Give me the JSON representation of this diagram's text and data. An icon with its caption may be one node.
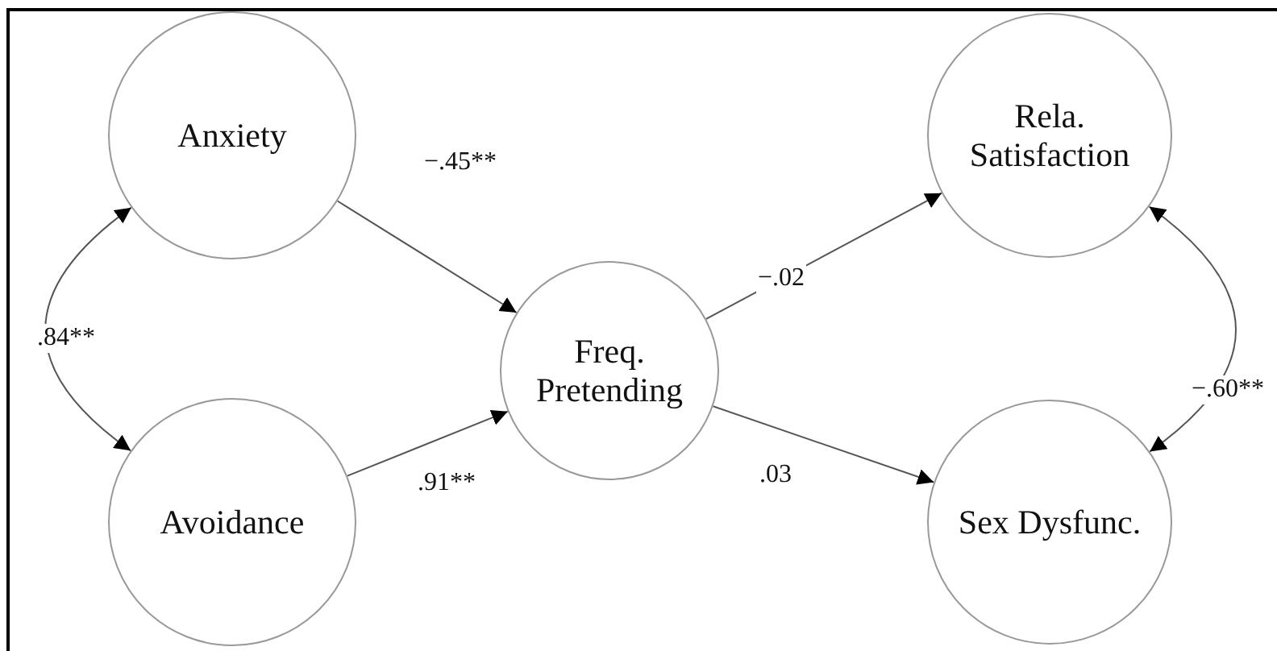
{
  "diagram": {
    "nodes": [
      {
        "text": [
          "Anxiety"
        ]
      },
      {
        "text": [
          "Avoidance"
        ]
      },
      {
        "text": [
          "Freq. Pretending"
        ]
      },
      {
        "text": [
          "Rela. Satisfaction"
        ]
      },
      {
        "text": [
          "Sex Dysfunc."
        ]
      }
    ],
    "edges": [
      {
        "from": 0,
        "to": 1,
        "arrow": "both",
        "label": ".84**"
      },
      {
        "from": 0,
        "to": 2,
        "arrow": "to",
        "label": "−.45**"
      },
      {
        "from": 1,
        "to": 2,
        "arrow": "to",
        "label": ".91**"
      },
      {
        "from": 2,
        "to": 3,
        "arrow": "to",
        "label": "−.02"
      },
      {
        "from": 2,
        "to": 4,
        "arrow": "to",
        "label": ".03"
      },
      {
        "from": 3,
        "to": 4,
        "arrow": "both",
        "label": "−.60**"
      }
    ]
  }
}
